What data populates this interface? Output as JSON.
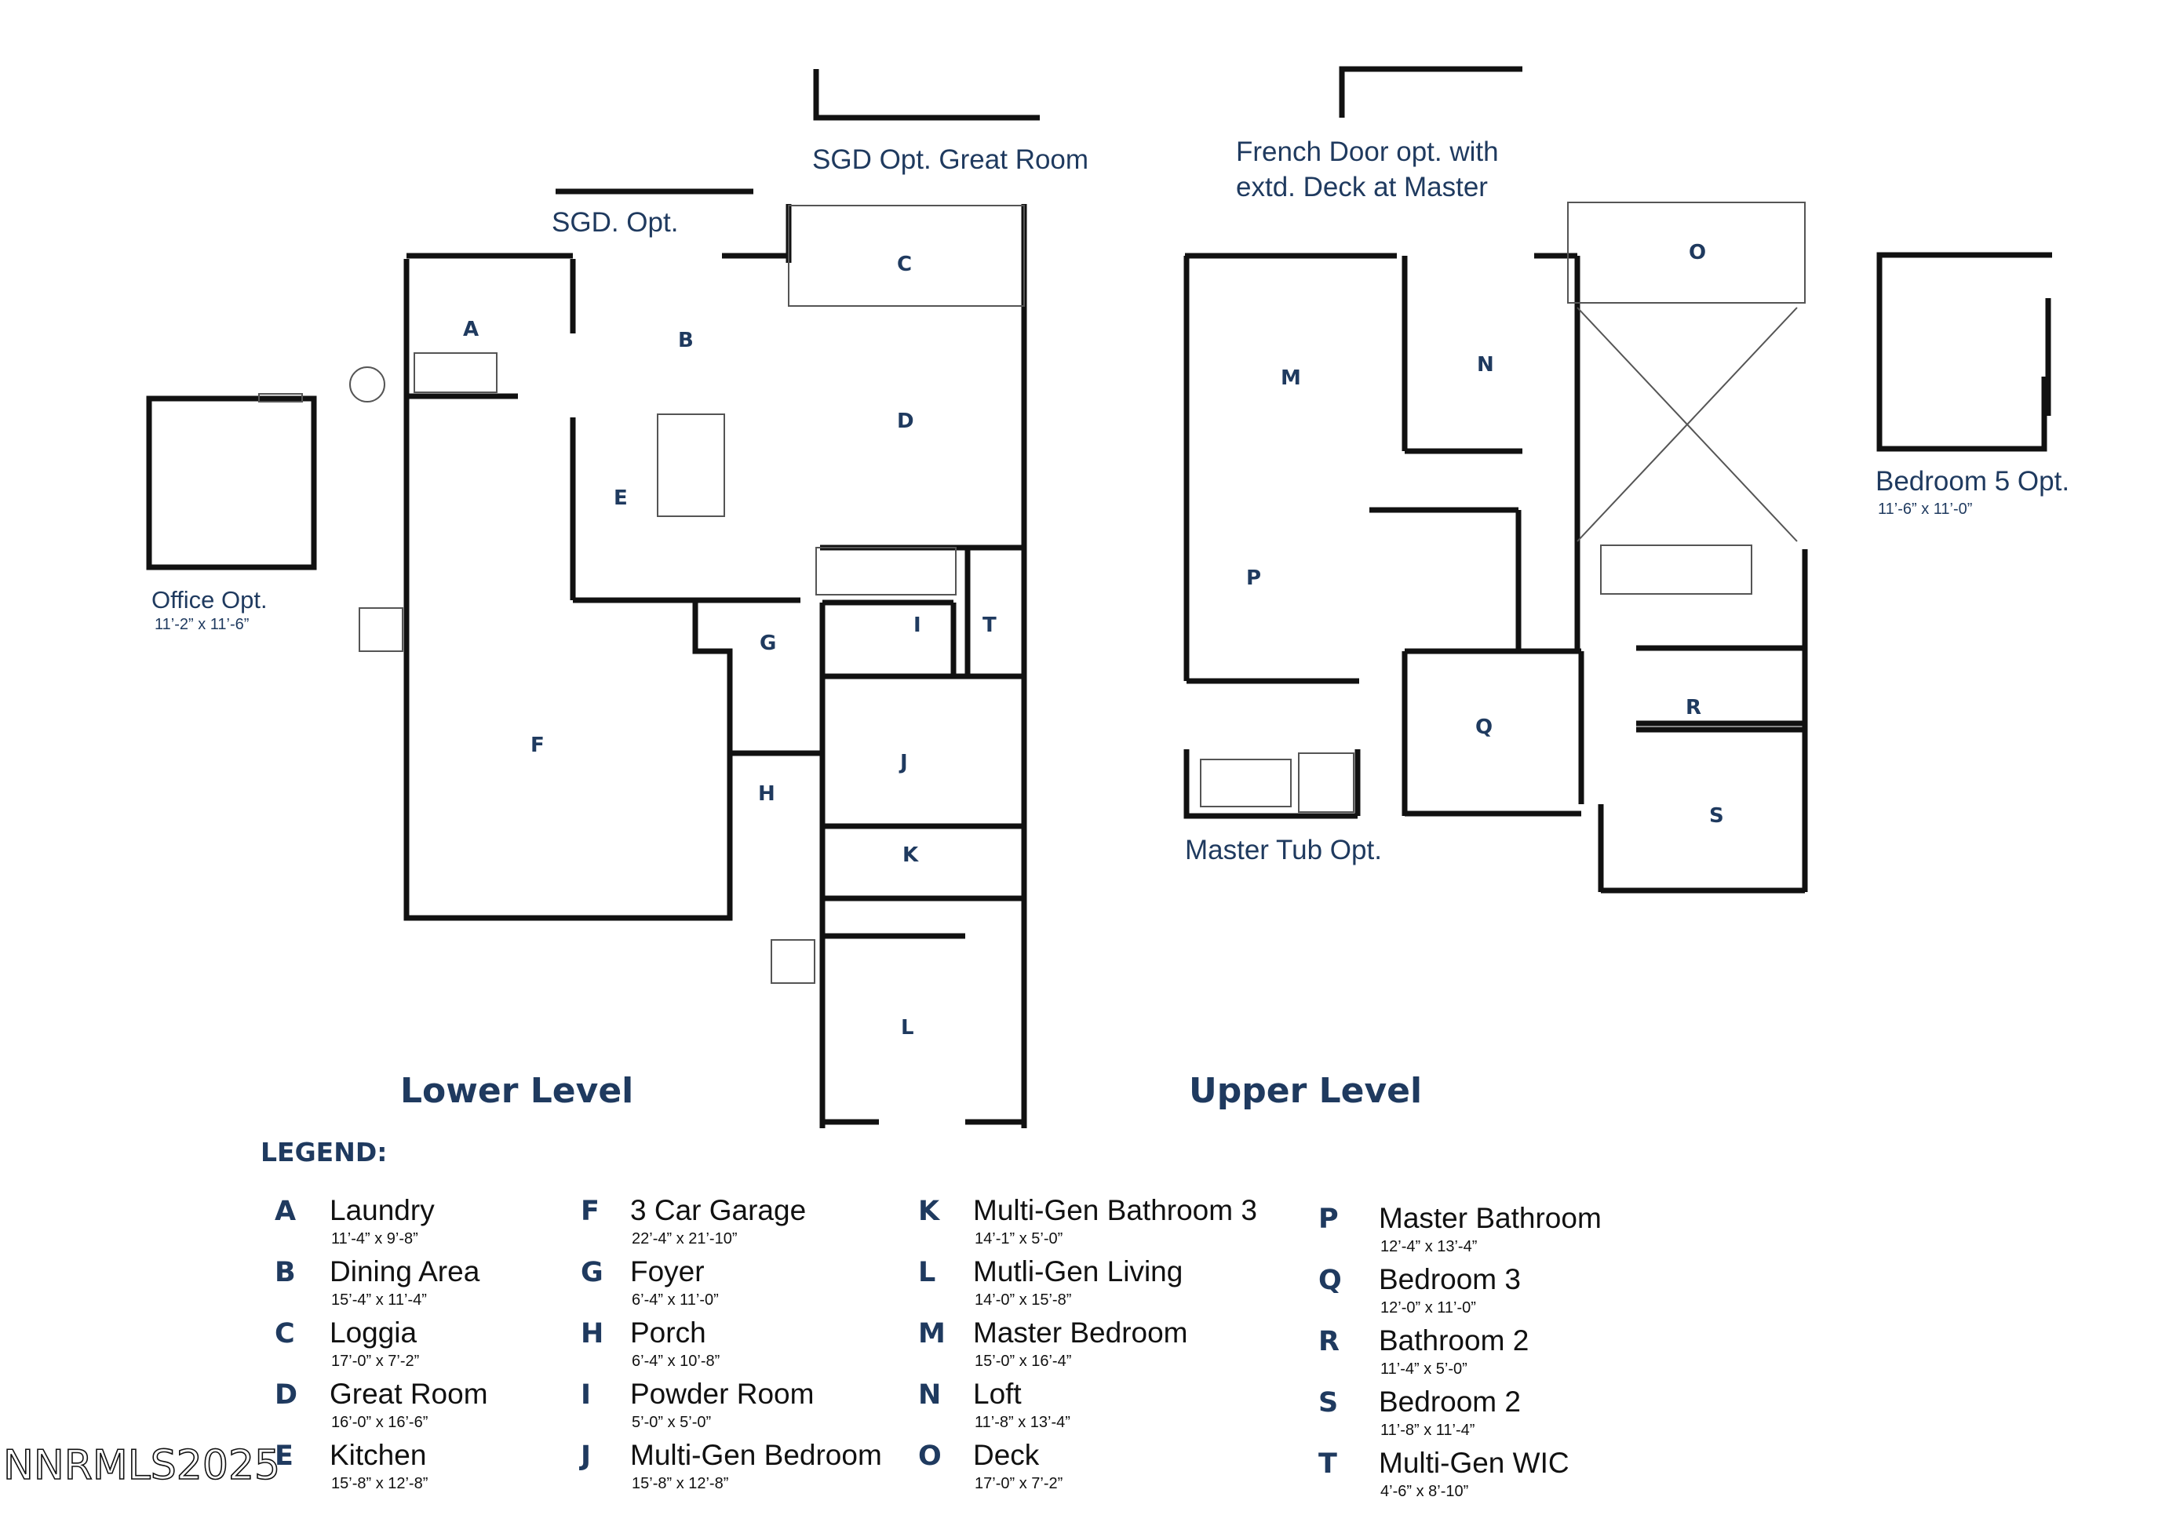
{
  "levels": {
    "lower": "Lower Level",
    "upper": "Upper Level"
  },
  "options": {
    "sgd_opt": "SGD. Opt.",
    "sgd_great_room": "SGD Opt. Great Room",
    "french_door_line1": "French Door opt. with",
    "french_door_line2": "extd. Deck at Master",
    "office_opt": "Office Opt.",
    "office_dim": "11’-2” x 11’-6”",
    "bedroom5_opt": "Bedroom 5 Opt.",
    "bedroom5_dim": "11’-6” x 11’-0”",
    "master_tub_opt": "Master Tub Opt."
  },
  "legend_title": "LEGEND:",
  "legend": [
    {
      "letter": "A",
      "name": "Laundry",
      "dim": "11’-4” x 9’-8”"
    },
    {
      "letter": "B",
      "name": "Dining Area",
      "dim": "15’-4” x 11’-4”"
    },
    {
      "letter": "C",
      "name": "Loggia",
      "dim": "17’-0” x 7’-2”"
    },
    {
      "letter": "D",
      "name": "Great Room",
      "dim": "16’-0” x 16’-6”"
    },
    {
      "letter": "E",
      "name": "Kitchen",
      "dim": "15’-8” x 12’-8”"
    },
    {
      "letter": "F",
      "name": "3 Car Garage",
      "dim": "22’-4” x 21’-10”"
    },
    {
      "letter": "G",
      "name": "Foyer",
      "dim": "6’-4” x 11’-0”"
    },
    {
      "letter": "H",
      "name": "Porch",
      "dim": "6’-4” x 10’-8”"
    },
    {
      "letter": "I",
      "name": "Powder Room",
      "dim": "5’-0” x 5’-0”"
    },
    {
      "letter": "J",
      "name": "Multi-Gen Bedroom",
      "dim": "15’-8” x 12’-8”"
    },
    {
      "letter": "K",
      "name": "Multi-Gen Bathroom 3",
      "dim": "14’-1” x 5’-0”"
    },
    {
      "letter": "L",
      "name": "Mutli-Gen Living",
      "dim": "14’-0” x 15’-8”"
    },
    {
      "letter": "M",
      "name": "Master Bedroom",
      "dim": "15’-0” x 16’-4”"
    },
    {
      "letter": "N",
      "name": "Loft",
      "dim": "11’-8” x 13’-4”"
    },
    {
      "letter": "O",
      "name": "Deck",
      "dim": "17’-0” x 7’-2”"
    },
    {
      "letter": "P",
      "name": "Master Bathroom",
      "dim": "12’-4” x 13’-4”"
    },
    {
      "letter": "Q",
      "name": "Bedroom 3",
      "dim": "12’-0” x 11’-0”"
    },
    {
      "letter": "R",
      "name": "Bathroom 2",
      "dim": "11’-4” x 5’-0”"
    },
    {
      "letter": "S",
      "name": "Bedroom 2",
      "dim": "11’-8” x 11’-4”"
    },
    {
      "letter": "T",
      "name": "Multi-Gen WIC",
      "dim": "4’-6” x 8’-10”"
    }
  ],
  "watermark": "NNRMLS2025",
  "colors": {
    "text": "#1f3a5f",
    "wall": "#111111"
  }
}
